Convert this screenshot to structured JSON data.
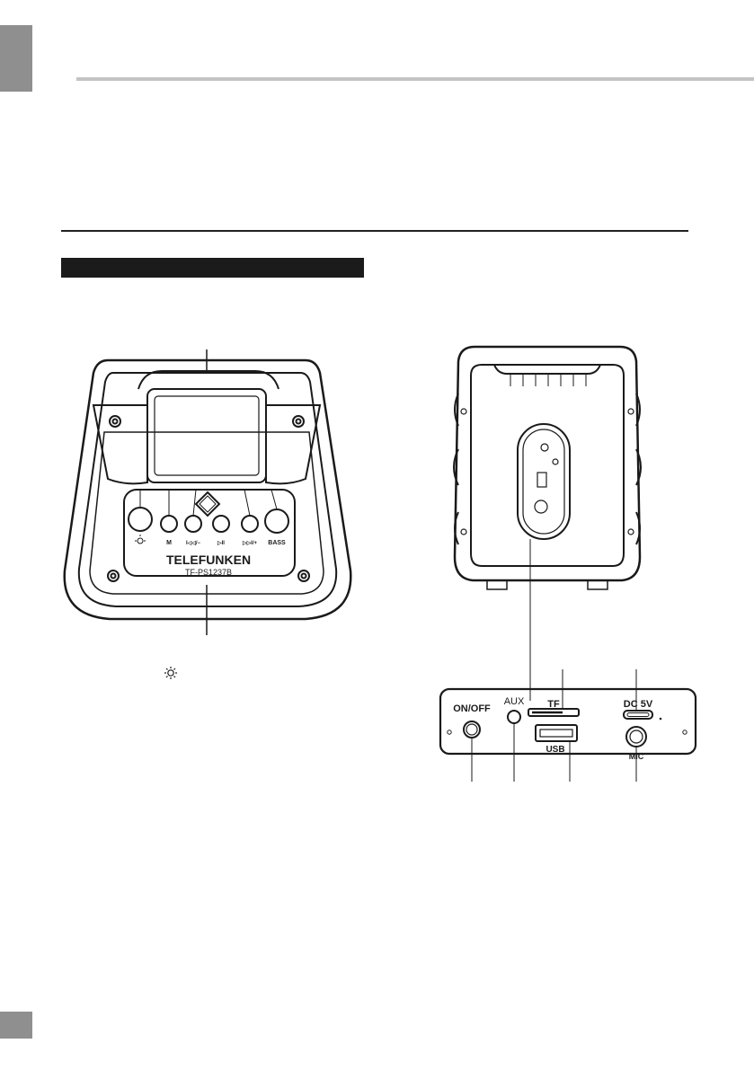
{
  "front_panel": {
    "brand": "TELEFUNKEN",
    "model": "TF-PS1237B",
    "button_labels": [
      "M",
      "I◁◁/−",
      "▷II",
      "▷▷I/+",
      "BASS"
    ]
  },
  "rear_panel": {
    "labels": {
      "on_off": "ON/OFF",
      "aux": "AUX",
      "tf": "TF",
      "dc": "DC 5V",
      "usb": "USB",
      "mic": "MIC"
    }
  },
  "legend": {
    "light_icon": "lightbulb-icon"
  }
}
